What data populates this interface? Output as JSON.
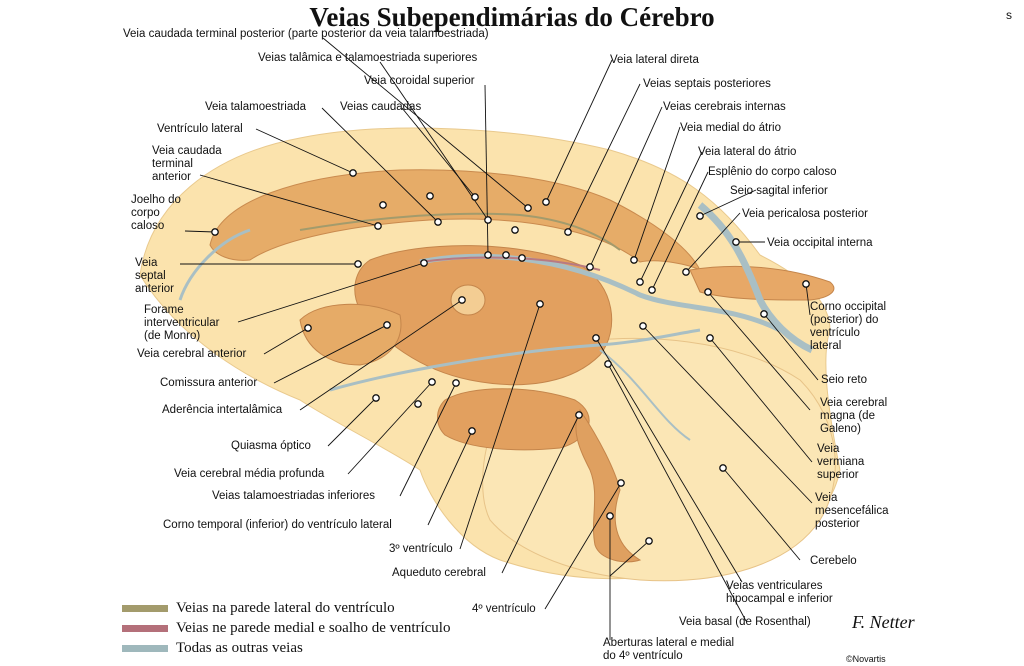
{
  "title": "Veias Subependimárias do Cérebro",
  "labels": {
    "caudada_terminal_posterior": "Veia caudada terminal posterior (parte posterior da veia talamoestriada)",
    "talamica_superiores": "Veias talâmica e talamoestriada superiores",
    "coroidal_superior": "Veia coroidal superior",
    "talamoestriada": "Veia talamoestriada",
    "caudadas": "Veias caudadas",
    "ventriculo_lateral": "Ventrículo lateral",
    "caudada_terminal_anterior": "Veia caudada\nterminal\nanterior",
    "joelho": "Joelho do\ncorpo\ncaloso",
    "septal_anterior": "Veia\nseptal\nanterior",
    "forame": "Forame\ninterventricular\n(de Monro)",
    "cerebral_anterior": "Veia cerebral anterior",
    "comissura": "Comissura anterior",
    "aderencia": "Aderência intertalâmica",
    "quiasma": "Quiasma óptico",
    "cerebral_media": "Veia cerebral média profunda",
    "talamo_inferiores": "Veias talamoestriadas inferiores",
    "corno_temporal": "Corno temporal (inferior) do ventrículo lateral",
    "terceiro_ventriculo": "3º ventrículo",
    "aqueduto": "Aqueduto cerebral",
    "quarto_ventriculo": "4º ventrículo",
    "aberturas": "Aberturas lateral e medial\ndo 4º ventrículo",
    "basal": "Veia basal (de Rosenthal)",
    "ventriculares": "Veias ventriculares\nhipocampal e inferior",
    "cerebelo": "Cerebelo",
    "mesencefalica": "Veia\nmesencefálica\nposterior",
    "vermiana": "Veia\nvermiana\nsuperior",
    "magna": "Veia cerebral\nmagna (de\nGaleno)",
    "seio_reto": "Seio reto",
    "corno_occipital": "Corno occipital\n(posterior) do\nventrículo\nlateral",
    "occipital_interna": "Veia occipital interna",
    "pericalosa": "Veia pericalosa posterior",
    "seio_sagital": "Seio sagital inferior",
    "esplenio": "Esplênio do corpo caloso",
    "lateral_atrio": "Veia lateral do átrio",
    "medial_atrio": "Veia medial do átrio",
    "cerebrais_internas": "Veias cerebrais internas",
    "septais_posteriores": "Veias septais posteriores",
    "lateral_direta": "Veia lateral direta"
  },
  "legend": [
    {
      "label": "Veias na parede lateral do ventrículo",
      "color": "#a39b6c"
    },
    {
      "label": "Veias ne parede medial e soalho de ventrículo",
      "color": "#b4707a"
    },
    {
      "label": "Todas as outras veias",
      "color": "#9fb8bc"
    }
  ],
  "signature": "F. Netter",
  "copyright": "©Novartis",
  "corner_mark": "s",
  "colors": {
    "brain": "#e3a765",
    "light": "#fbe3ad",
    "vein_blue": "#a9bfc4",
    "vein_red": "#b87a82"
  }
}
